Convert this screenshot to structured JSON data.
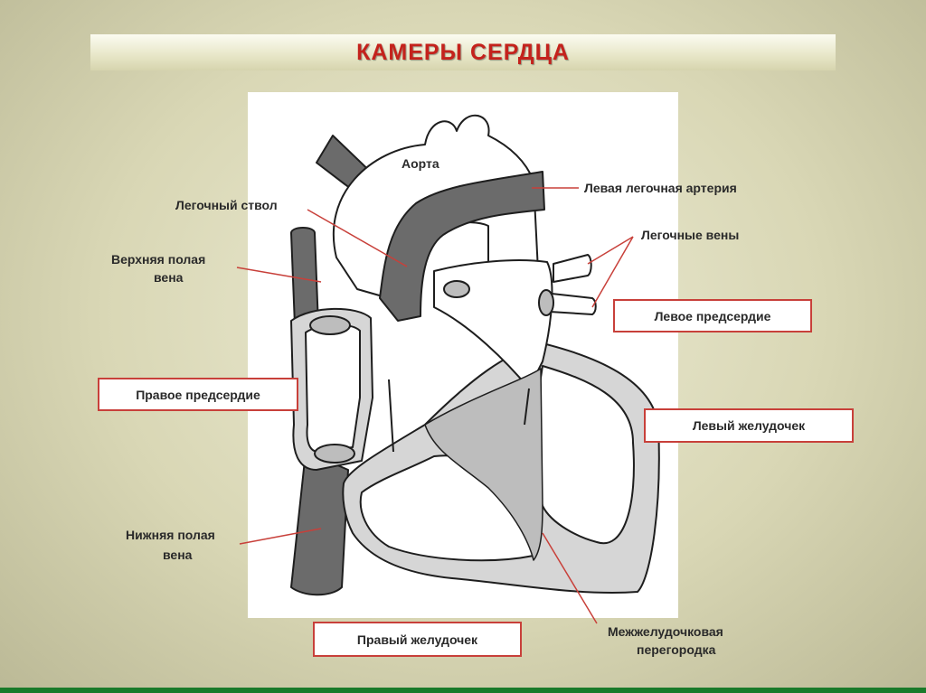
{
  "title": "КАМЕРЫ  СЕРДЦА",
  "labels": {
    "aorta": "Аорта",
    "pulmonary_trunk": "Легочный ствол",
    "left_pulmonary_artery": "Левая легочная артерия",
    "pulmonary_veins": "Легочные вены",
    "superior_vena_cava_1": "Верхняя полая",
    "superior_vena_cava_2": "вена",
    "inferior_vena_cava_1": "Нижняя полая",
    "inferior_vena_cava_2": "вена",
    "septum_1": "Межжелудочковая",
    "septum_2": "перегородка"
  },
  "boxes": {
    "left_atrium": "Левое предсердие",
    "right_atrium": "Правое предсердие",
    "left_ventricle": "Левый желудочек",
    "right_ventricle": "Правый желудочек"
  },
  "colors": {
    "title": "#c4221c",
    "box_border": "#c8403a",
    "leader_line": "#c8403a",
    "vessel_dark": "#6b6b6b",
    "wall_light": "#d6d6d6"
  }
}
